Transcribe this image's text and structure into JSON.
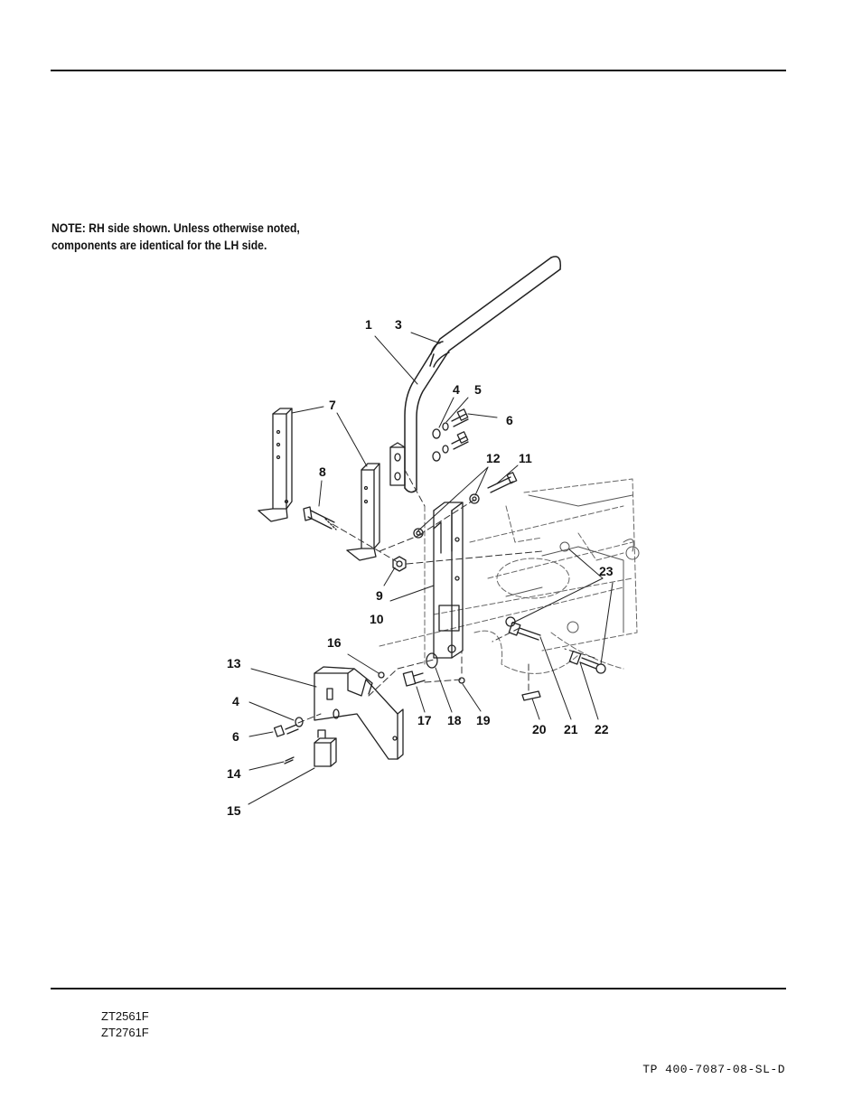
{
  "note": {
    "line1": "NOTE: RH side shown.  Unless otherwise noted,",
    "line2": "components are identical for the LH side."
  },
  "callouts": [
    {
      "id": "c1",
      "text": "1"
    },
    {
      "id": "c3",
      "text": "3"
    },
    {
      "id": "c4a",
      "text": "4"
    },
    {
      "id": "c5",
      "text": "5"
    },
    {
      "id": "c6a",
      "text": "6"
    },
    {
      "id": "c7",
      "text": "7"
    },
    {
      "id": "c8",
      "text": "8"
    },
    {
      "id": "c9",
      "text": "9"
    },
    {
      "id": "c10",
      "text": "10"
    },
    {
      "id": "c11",
      "text": "11"
    },
    {
      "id": "c12",
      "text": "12"
    },
    {
      "id": "c13",
      "text": "13"
    },
    {
      "id": "c4b",
      "text": "4"
    },
    {
      "id": "c6b",
      "text": "6"
    },
    {
      "id": "c14",
      "text": "14"
    },
    {
      "id": "c15",
      "text": "15"
    },
    {
      "id": "c16",
      "text": "16"
    },
    {
      "id": "c17",
      "text": "17"
    },
    {
      "id": "c18",
      "text": "18"
    },
    {
      "id": "c19",
      "text": "19"
    },
    {
      "id": "c20",
      "text": "20"
    },
    {
      "id": "c21",
      "text": "21"
    },
    {
      "id": "c22",
      "text": "22"
    },
    {
      "id": "c23",
      "text": "23"
    }
  ],
  "models": [
    "ZT2561F",
    "ZT2761F"
  ],
  "doc_number": "TP 400-7087-08-SL-D"
}
